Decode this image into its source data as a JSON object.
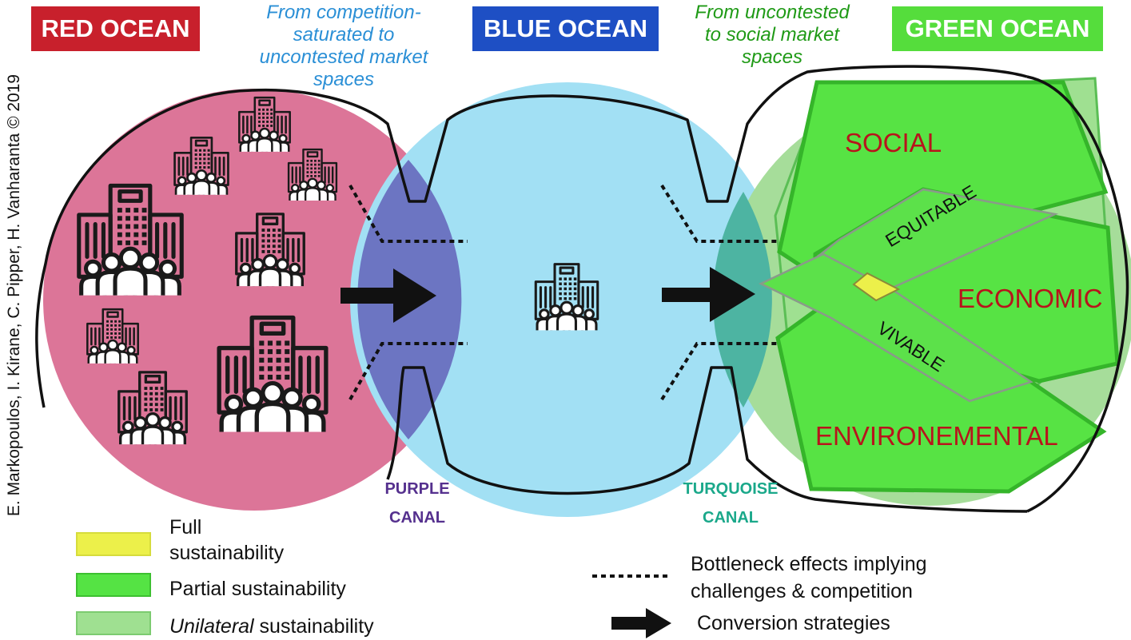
{
  "headers": {
    "red": "RED OCEAN",
    "blue": "BLUE OCEAN",
    "green": "GREEN OCEAN"
  },
  "transitions": {
    "red_to_blue": [
      "From competition-",
      "saturated to",
      "uncontested market",
      "spaces"
    ],
    "blue_to_green": [
      "From uncontested",
      "to social market",
      "spaces"
    ]
  },
  "canals": {
    "purple": [
      "PURPLE",
      "CANAL"
    ],
    "turquoise": [
      "TURQUOISE",
      "CANAL"
    ]
  },
  "dimensions": {
    "social": "SOCIAL",
    "economic": "ECONOMIC",
    "environmental": "ENVIRONEMENTAL",
    "equitable": "EQUITABLE",
    "vivable": "VIVABLE"
  },
  "legend": {
    "full": [
      "Full",
      "sustainability"
    ],
    "partial": "Partial sustainability",
    "unilateral_em": "Unilateral",
    "unilateral_rest": " sustainability",
    "bottleneck": [
      "Bottleneck effects implying",
      "challenges & competition"
    ],
    "conversion": "Conversion strategies"
  },
  "credit": "E. Markopoulos, I. Kirane, C. Pipper, H. Vanharanta © 2019",
  "icons": {
    "red_ocean_buildings": "office-building-crowd-icon",
    "blue_ocean_building": "office-building-crowd-icon"
  },
  "colors": {
    "red_header": "#c8202c",
    "blue_header": "#1e4fc4",
    "green_header": "#55dd3c",
    "red_ocean": "#dc7598",
    "blue_ocean": "#a2e0f4",
    "green_ocean": "#a6dd9a",
    "purple_canal": "#6c75c2",
    "turquoise_canal": "#4db4a2",
    "full_sustainability": "#ecf04a",
    "partial_sustainability": "#55e344",
    "unilateral_sustainability": "#9fe091",
    "blue_subtitle": "#2a8fd6",
    "green_subtitle": "#1f9a16",
    "purple_text": "#55308e",
    "turquoise_text": "#1aa88a",
    "region_text": "#b8141c"
  }
}
